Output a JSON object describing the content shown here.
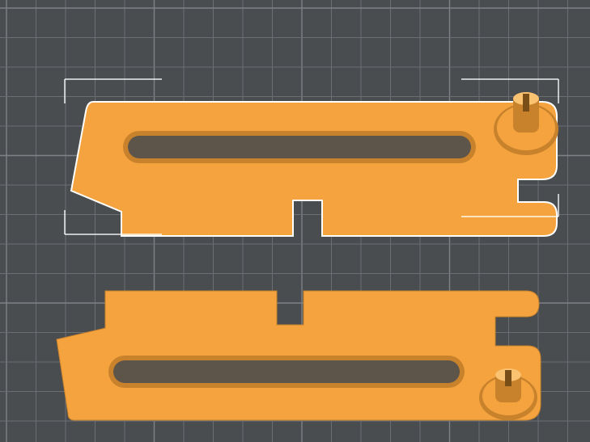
{
  "viewport": {
    "name": "slicer-3d-viewport",
    "background_color": "#4a4d50",
    "grid_color": "#6b6f73",
    "grid_major_color": "#7e8286",
    "selection_box_color": "#ffffff"
  },
  "parts": [
    {
      "id": "part-top",
      "state": "selected",
      "color": "#f4a33f",
      "shade_color": "#c9822c",
      "highlight_color": "#fbc272",
      "features": [
        "long-slot",
        "notch",
        "round-peg"
      ]
    },
    {
      "id": "part-bottom",
      "state": "unselected",
      "color": "#f4a33f",
      "shade_color": "#c9822c",
      "highlight_color": "#fbc272",
      "features": [
        "long-slot",
        "notch",
        "round-peg"
      ]
    }
  ]
}
